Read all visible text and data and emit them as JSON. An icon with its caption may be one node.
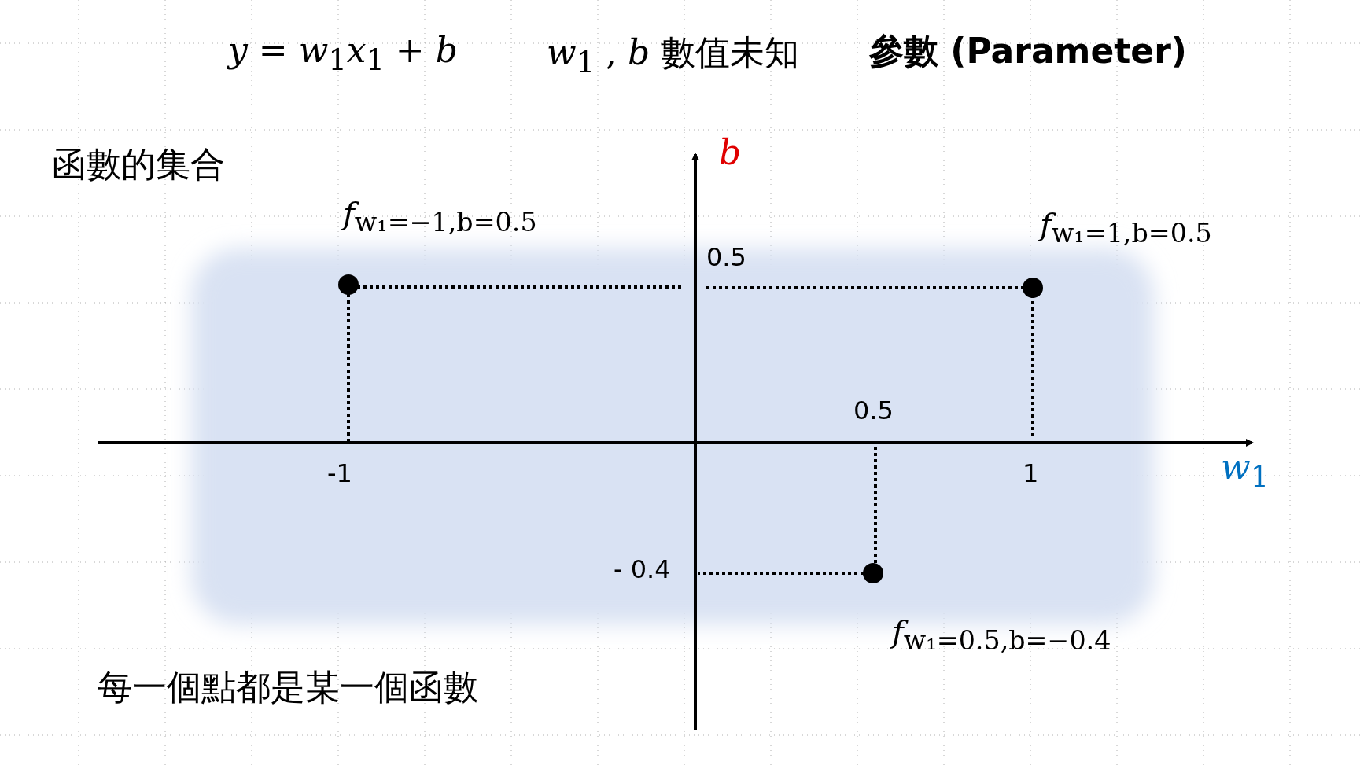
{
  "diagram": {
    "nodes": [
      {
        "text": [],
        "shape": "circle",
        "beside": [
          "*f*$_{w₁=−1,b=0.5}$"
        ]
      },
      {
        "text": [],
        "shape": "circle",
        "beside": [
          "*f*$_{w₁=1,b=0.5}$"
        ]
      },
      {
        "text": [],
        "shape": "circle",
        "beside": [
          "*f*$_{w₁=0.5,b=−0.4}$"
        ]
      }
    ],
    "edges": [],
    "labels": [
      "*y* = *w*$_{1}$*x*$_{1}$ + *b*",
      "*w*$_{1}$ , *b* 數值未知",
      "參數 (Parameter)",
      "函數的集合",
      "*b*",
      "0.5",
      "*w*$_{1}$",
      "-1",
      "0.5",
      "1",
      "- 0.4",
      "每一個點都是某一個函數"
    ]
  }
}
